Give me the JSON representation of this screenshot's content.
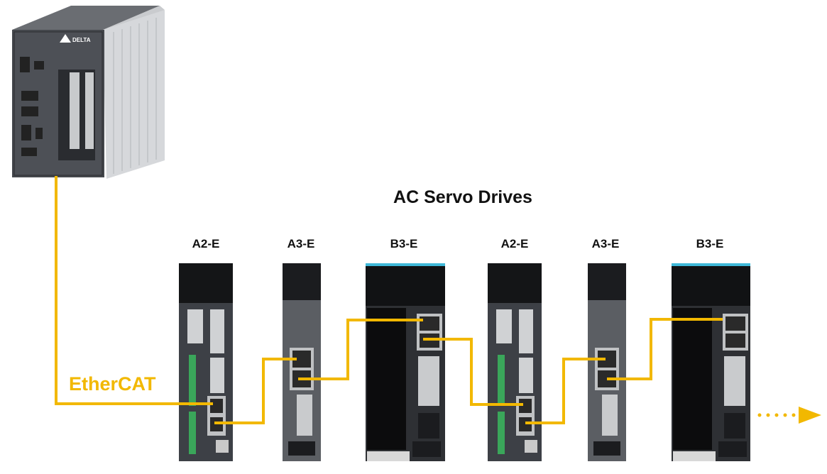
{
  "title": "AC Servo Drives",
  "network_label": "EtherCAT",
  "controller_brand": "DELTA",
  "drives": [
    {
      "model": "A2-E"
    },
    {
      "model": "A3-E"
    },
    {
      "model": "B3-E"
    },
    {
      "model": "A2-E"
    },
    {
      "model": "A3-E"
    },
    {
      "model": "B3-E"
    }
  ],
  "colors": {
    "cable": "#F2B800",
    "device": "#3a3d42",
    "b3_accent": "#3fb8d8"
  }
}
